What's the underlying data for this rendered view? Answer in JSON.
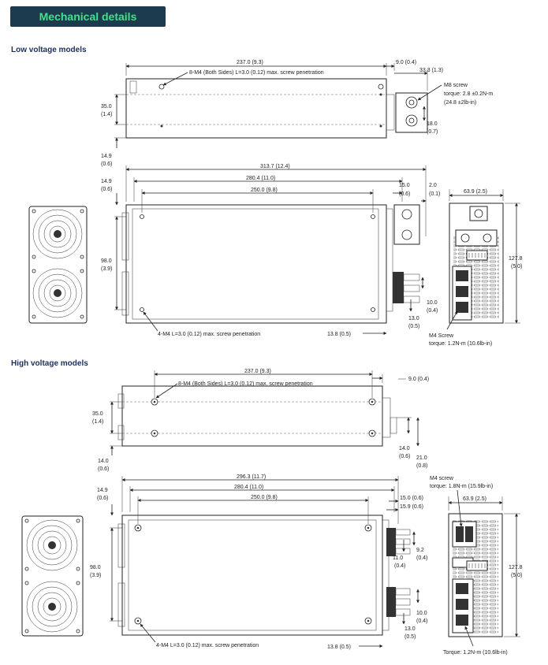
{
  "header": {
    "title": "Mechanical details"
  },
  "sections": {
    "low": "Low voltage models",
    "high": "High voltage models"
  },
  "low": {
    "top": {
      "d_237": "237.0 (9.3)",
      "d_9": "9.0 (0.4)",
      "d_333": "33.3 (1.3)",
      "screw_note": "8-M4 (Both Sides) L=3.0 (0.12) max. screw penetration",
      "m8": [
        "M8 screw",
        "torque: 2.8 ±0.2N-m",
        "(24.8 ±2lb-in)"
      ],
      "d_35": [
        "35.0",
        "(1.4)"
      ],
      "d_18": [
        "18.0",
        "(0.7)"
      ],
      "d_149a": [
        "14.9",
        "(0.6)"
      ]
    },
    "front": {
      "d_149": [
        "14.9",
        "(0.6)"
      ],
      "d_3137": "313.7 (12.4)",
      "d_2804": "280.4 (11.0)",
      "d_250": "250.0 (9.8)",
      "d_15": [
        "15.0",
        "(0.6)"
      ],
      "d_2": [
        "2.0",
        "(0.1)"
      ],
      "d_98": [
        "98.0",
        "(3.9)"
      ],
      "d_10": [
        "10.0",
        "(0.4)"
      ],
      "d_13": [
        "13.0",
        "(0.5)"
      ],
      "d_138": "13.8 (0.5)",
      "bottom_note": "4-M4 L=3.0 (0.12) max. screw penetration"
    },
    "side": {
      "d_639": "63.9 (2.5)",
      "d_1278": [
        "127.8",
        "(5.0)"
      ],
      "m4": [
        "M4 Screw",
        "torque: 1.2N-m (10.6lb-in)"
      ]
    }
  },
  "high": {
    "top": {
      "d_237": "237.0 (9.3)",
      "d_9": "9.0 (0.4)",
      "screw_note": "8-M4 (Both Sides) L=3.0 (0.12) max. screw penetration",
      "d_35": [
        "35.0",
        "(1.4)"
      ],
      "d_14a": [
        "14.0",
        "(0.6)"
      ],
      "d_14b": [
        "14.0",
        "(0.6)"
      ],
      "d_21": [
        "21.0",
        "(0.8)"
      ]
    },
    "front": {
      "d_149": [
        "14.9",
        "(0.6)"
      ],
      "d_2963": "296.3 (11.7)",
      "d_2804": "280.4 (11.0)",
      "d_250": "250.0 (9.8)",
      "d_15": "15.0 (0.6)",
      "d_159": "15.9 (0.6)",
      "d_92": [
        "9.2",
        "(0.4)"
      ],
      "d_11": [
        "11.0",
        "(0.4)"
      ],
      "d_98": [
        "98.0",
        "(3.9)"
      ],
      "d_10": [
        "10.0",
        "(0.4)"
      ],
      "d_13": [
        "13.0",
        "(0.5)"
      ],
      "d_138": "13.8 (0.5)",
      "bottom_note": "4-M4 L=3.0 (0.12) max. screw penetration"
    },
    "side": {
      "m4": [
        "M4 screw",
        "torque: 1.8N-m (15.9lb-in)"
      ],
      "d_639": "63.9 (2.5)",
      "d_1278": [
        "127.8",
        "(5.0)"
      ],
      "torque2": "Torque: 1.2N-m (10.6lb-in)"
    }
  }
}
